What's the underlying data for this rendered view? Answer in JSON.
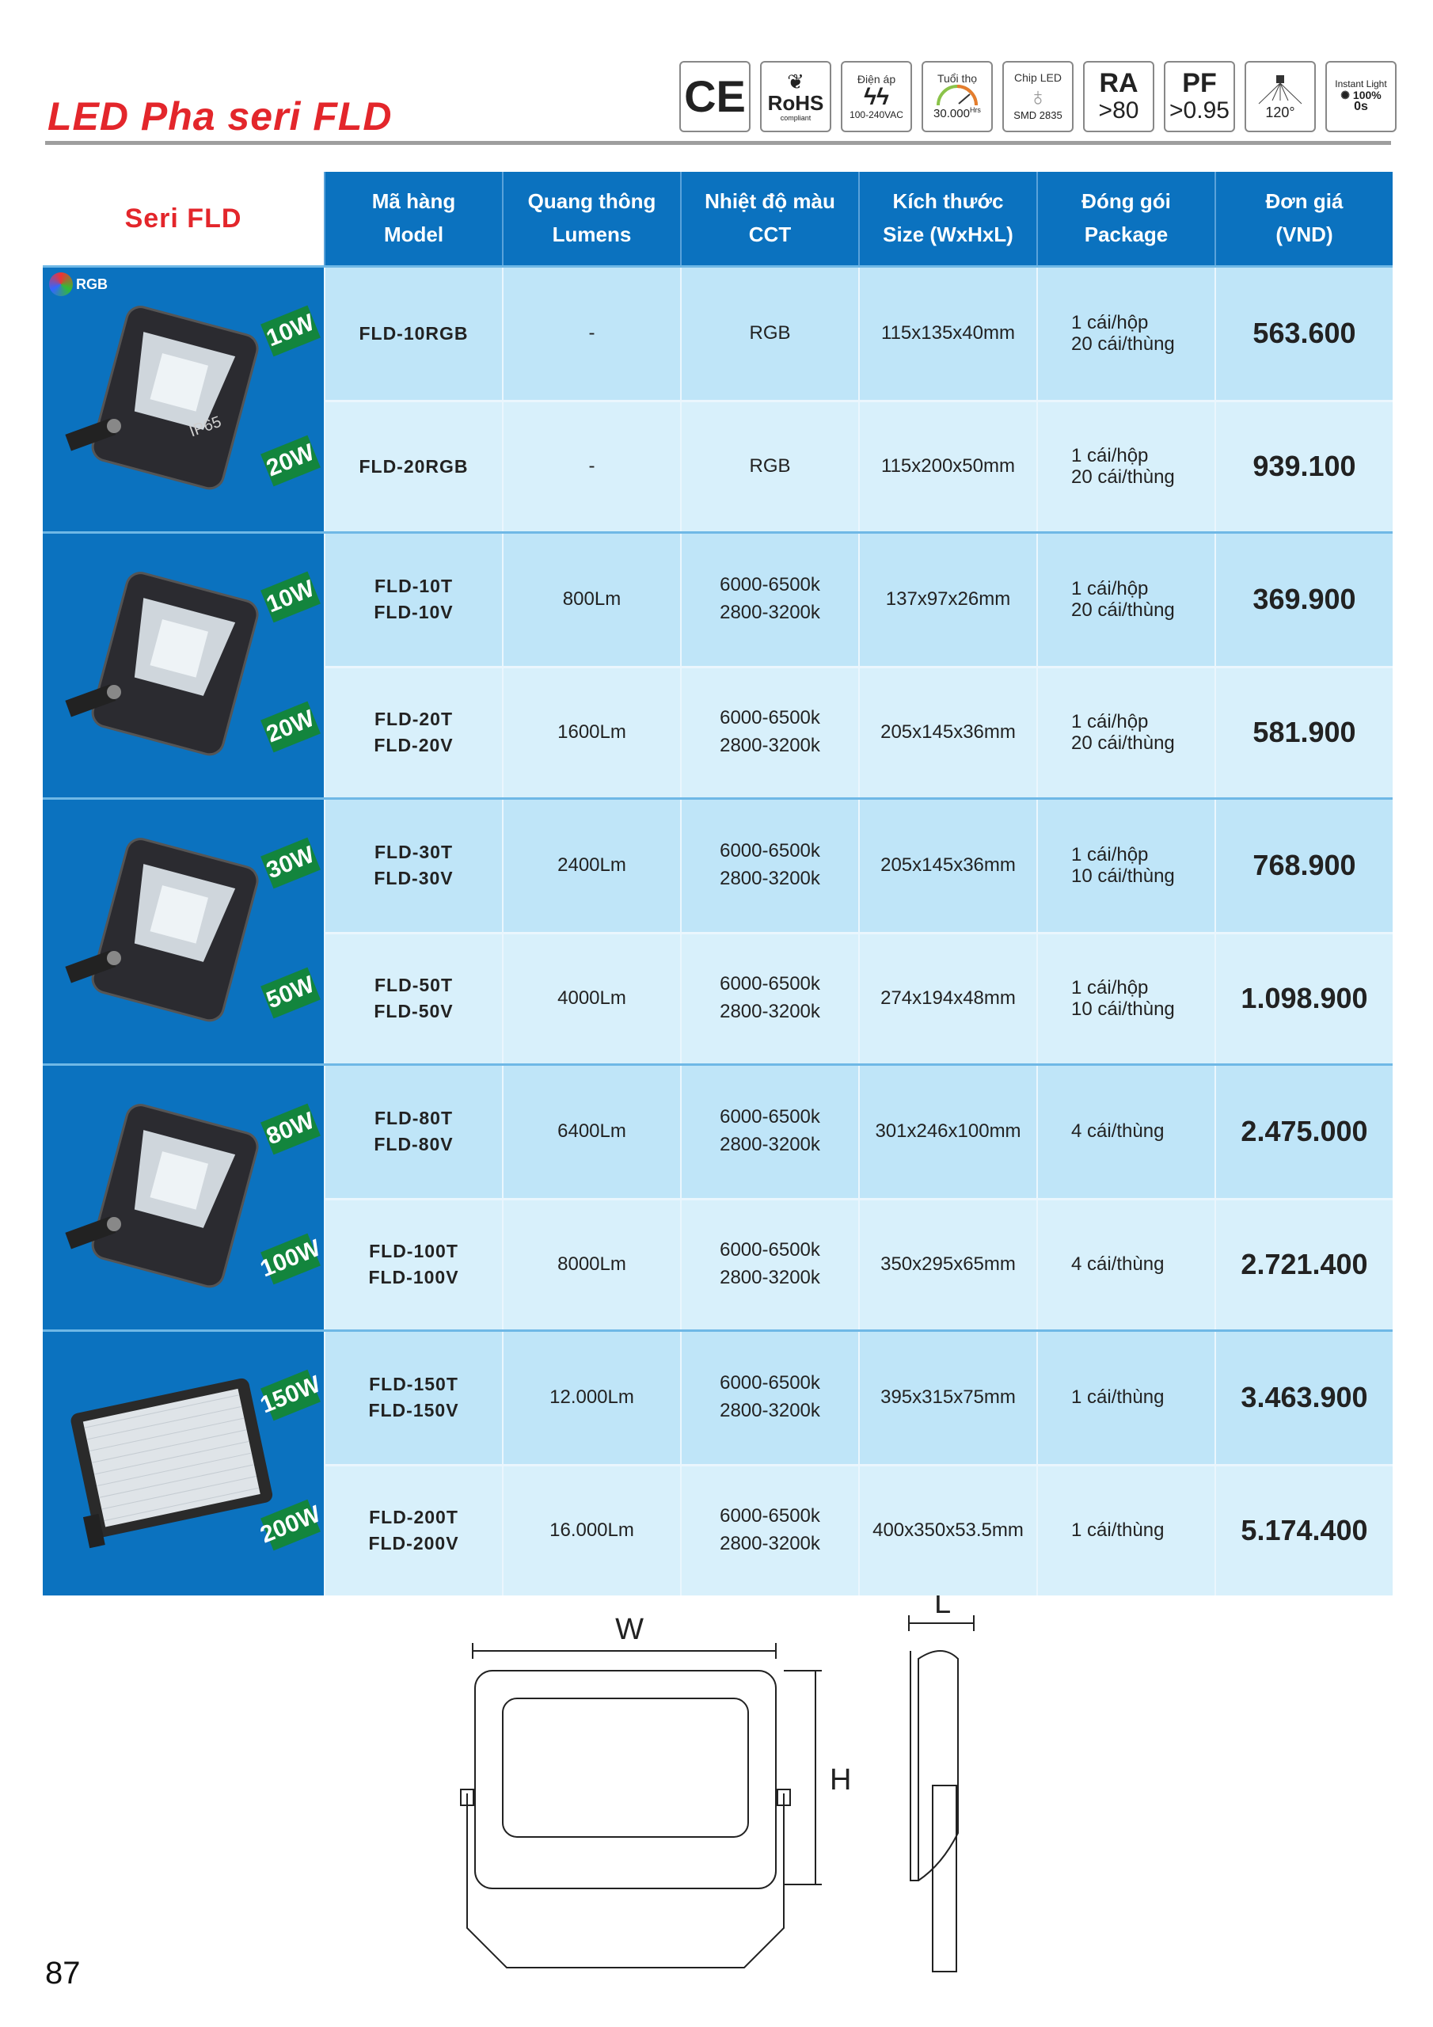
{
  "title": "LED Pha seri FLD",
  "icons": {
    "ce": "CE",
    "rohs": {
      "label": "RoHS",
      "sub": "compliant"
    },
    "voltage": {
      "label": "Điện áp",
      "value": "100-240VAC"
    },
    "life": {
      "label": "Tuổi thọ",
      "value": "30.000",
      "unit": "Hrs"
    },
    "chip": {
      "label": "Chip LED",
      "value": "SMD 2835"
    },
    "ra": {
      "label": "RA",
      "value": ">80"
    },
    "pf": {
      "label": "PF",
      "value": ">0.95"
    },
    "angle": {
      "value": "120°"
    },
    "instant": {
      "label": "Instant Light",
      "value": "100%",
      "time": "0s"
    }
  },
  "table": {
    "series_label": "Seri FLD",
    "headers": [
      [
        "Mã hàng",
        "Model"
      ],
      [
        "Quang thông",
        "Lumens"
      ],
      [
        "Nhiệt độ màu",
        "CCT"
      ],
      [
        "Kích thước",
        "Size (WxHxL)"
      ],
      [
        "Đóng gói",
        "Package"
      ],
      [
        "Đơn giá",
        "(VND)"
      ]
    ],
    "groups": [
      {
        "badges": [
          "10W",
          "20W"
        ],
        "rgb": "RGB",
        "ip": "IP65",
        "rows": [
          {
            "model": [
              "FLD-10RGB"
            ],
            "lumens": "-",
            "cct": [
              "RGB"
            ],
            "size": "115x135x40mm",
            "pkg": [
              "1 cái/hộp",
              "20 cái/thùng"
            ],
            "price": "563.600"
          },
          {
            "model": [
              "FLD-20RGB"
            ],
            "lumens": "-",
            "cct": [
              "RGB"
            ],
            "size": "115x200x50mm",
            "pkg": [
              "1 cái/hộp",
              "20 cái/thùng"
            ],
            "price": "939.100"
          }
        ]
      },
      {
        "badges": [
          "10W",
          "20W"
        ],
        "rows": [
          {
            "model": [
              "FLD-10T",
              "FLD-10V"
            ],
            "lumens": "800Lm",
            "cct": [
              "6000-6500k",
              "2800-3200k"
            ],
            "size": "137x97x26mm",
            "pkg": [
              "1 cái/hộp",
              "20 cái/thùng"
            ],
            "price": "369.900"
          },
          {
            "model": [
              "FLD-20T",
              "FLD-20V"
            ],
            "lumens": "1600Lm",
            "cct": [
              "6000-6500k",
              "2800-3200k"
            ],
            "size": "205x145x36mm",
            "pkg": [
              "1 cái/hộp",
              "20 cái/thùng"
            ],
            "price": "581.900"
          }
        ]
      },
      {
        "badges": [
          "30W",
          "50W"
        ],
        "rows": [
          {
            "model": [
              "FLD-30T",
              "FLD-30V"
            ],
            "lumens": "2400Lm",
            "cct": [
              "6000-6500k",
              "2800-3200k"
            ],
            "size": "205x145x36mm",
            "pkg": [
              "1 cái/hộp",
              "10 cái/thùng"
            ],
            "price": "768.900"
          },
          {
            "model": [
              "FLD-50T",
              "FLD-50V"
            ],
            "lumens": "4000Lm",
            "cct": [
              "6000-6500k",
              "2800-3200k"
            ],
            "size": "274x194x48mm",
            "pkg": [
              "1 cái/hộp",
              "10 cái/thùng"
            ],
            "price": "1.098.900"
          }
        ]
      },
      {
        "badges": [
          "80W",
          "100W"
        ],
        "rows": [
          {
            "model": [
              "FLD-80T",
              "FLD-80V"
            ],
            "lumens": "6400Lm",
            "cct": [
              "6000-6500k",
              "2800-3200k"
            ],
            "size": "301x246x100mm",
            "pkg": [
              "4 cái/thùng"
            ],
            "price": "2.475.000"
          },
          {
            "model": [
              "FLD-100T",
              "FLD-100V"
            ],
            "lumens": "8000Lm",
            "cct": [
              "6000-6500k",
              "2800-3200k"
            ],
            "size": "350x295x65mm",
            "pkg": [
              "4 cái/thùng"
            ],
            "price": "2.721.400"
          }
        ]
      },
      {
        "badges": [
          "150W",
          "200W"
        ],
        "rows": [
          {
            "model": [
              "FLD-150T",
              "FLD-150V"
            ],
            "lumens": "12.000Lm",
            "cct": [
              "6000-6500k",
              "2800-3200k"
            ],
            "size": "395x315x75mm",
            "pkg": [
              "1 cái/thùng"
            ],
            "price": "3.463.900"
          },
          {
            "model": [
              "FLD-200T",
              "FLD-200V"
            ],
            "lumens": "16.000Lm",
            "cct": [
              "6000-6500k",
              "2800-3200k"
            ],
            "size": "400x350x53.5mm",
            "pkg": [
              "1 cái/thùng"
            ],
            "price": "5.174.400"
          }
        ]
      }
    ]
  },
  "diagram": {
    "w": "W",
    "h": "H",
    "l": "L"
  },
  "page_number": "87"
}
